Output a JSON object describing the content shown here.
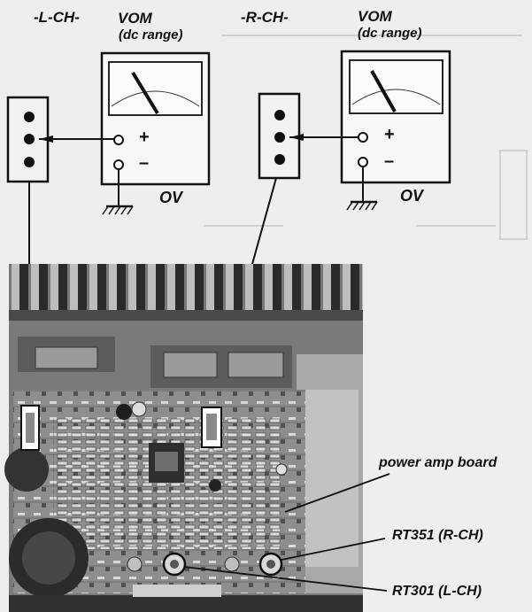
{
  "left_channel": {
    "label": "-L-CH-",
    "meter": {
      "name": "VOM",
      "range": "(dc range)",
      "plus": "+",
      "minus": "–",
      "ground": "OV"
    }
  },
  "right_channel": {
    "label": "-R-CH-",
    "meter": {
      "name": "VOM",
      "range": "(dc range)",
      "plus": "+",
      "minus": "–",
      "ground": "OV"
    }
  },
  "callouts": {
    "board": "power amp board",
    "rt_right": "RT351 (R-CH)",
    "rt_left": "RT301 (L-CH)"
  }
}
